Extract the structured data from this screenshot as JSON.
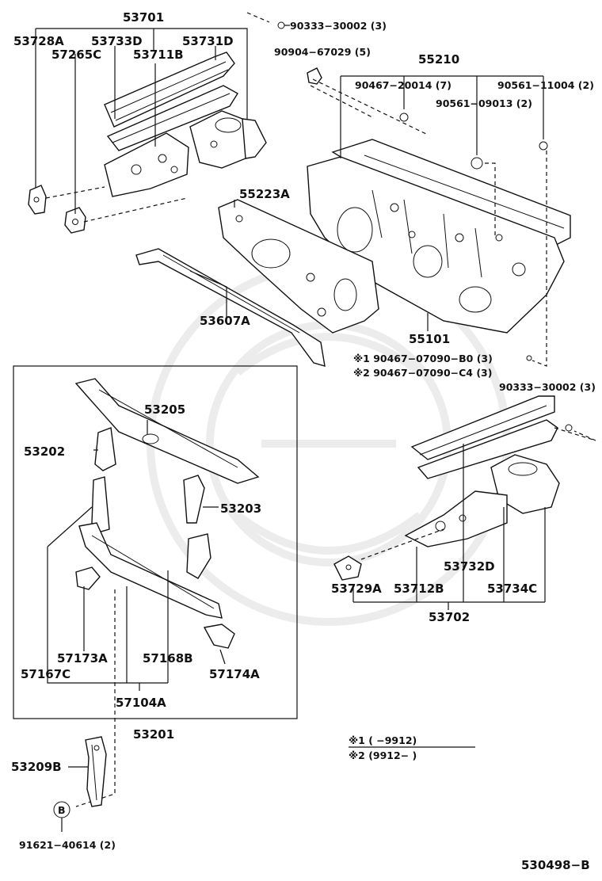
{
  "labels": {
    "l53701": "53701",
    "l53728A": "53728A",
    "l53733D": "53733D",
    "l53731D": "53731D",
    "l57265C": "57265C",
    "l53711B": "53711B",
    "l90333a": "90333−30002 (3)",
    "l90904": "90904−67029 (5)",
    "l55210": "55210",
    "l90467_20014": "90467−20014 (7)",
    "l90561_11004": "90561−11004 (2)",
    "l90561_09013": "90561−09013 (2)",
    "l55223A": "55223A",
    "l53607A": "53607A",
    "l55101": "55101",
    "l_b0": "※1  90467−07090−B0 (3)",
    "l_c4": "※2  90467−07090−C4 (3)",
    "l90333b": "90333−30002 (3)",
    "l53205": "53205",
    "l53202": "53202",
    "l53203": "53203",
    "l53732D": "53732D",
    "l53729A": "53729A",
    "l53712B": "53712B",
    "l53734C": "53734C",
    "l53702": "53702",
    "l57173A": "57173A",
    "l57168B": "57168B",
    "l57174A": "57174A",
    "l57167C": "57167C",
    "l57104A": "57104A",
    "l53201": "53201",
    "l53209B": "53209B",
    "callout_b": "B",
    "l91621": "91621−40614 (2)",
    "note1": "※1  (        −9912)",
    "note2": "※2  (9912−        )",
    "footer_code": "530498−B"
  }
}
